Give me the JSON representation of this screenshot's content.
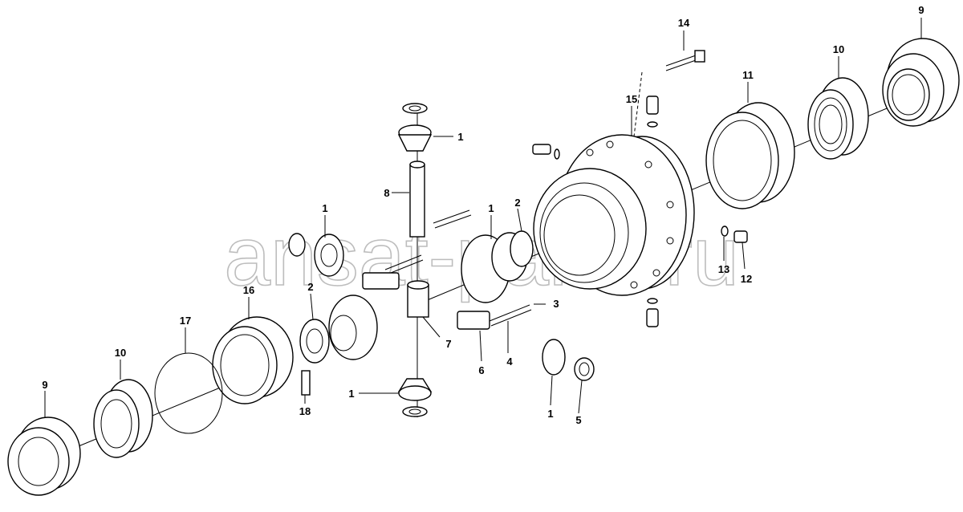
{
  "watermark": "ansat-parts.ru",
  "callouts": {
    "c14": "14",
    "c9a": "9",
    "c10a": "10",
    "c11": "11",
    "c15": "15",
    "c1a": "1",
    "c8": "8",
    "c1b": "1",
    "c2a": "2",
    "c2b": "2",
    "c13": "13",
    "c12": "12",
    "c3": "3",
    "c16": "16",
    "c17": "17",
    "c7": "7",
    "c4": "4",
    "c6": "6",
    "c10b": "10",
    "c9b": "9",
    "c1c": "1",
    "c18": "18",
    "c1d": "1",
    "c5": "5"
  },
  "colors": {
    "line": "#000000",
    "watermark": "#bdbdbd",
    "background": "#ffffff"
  }
}
